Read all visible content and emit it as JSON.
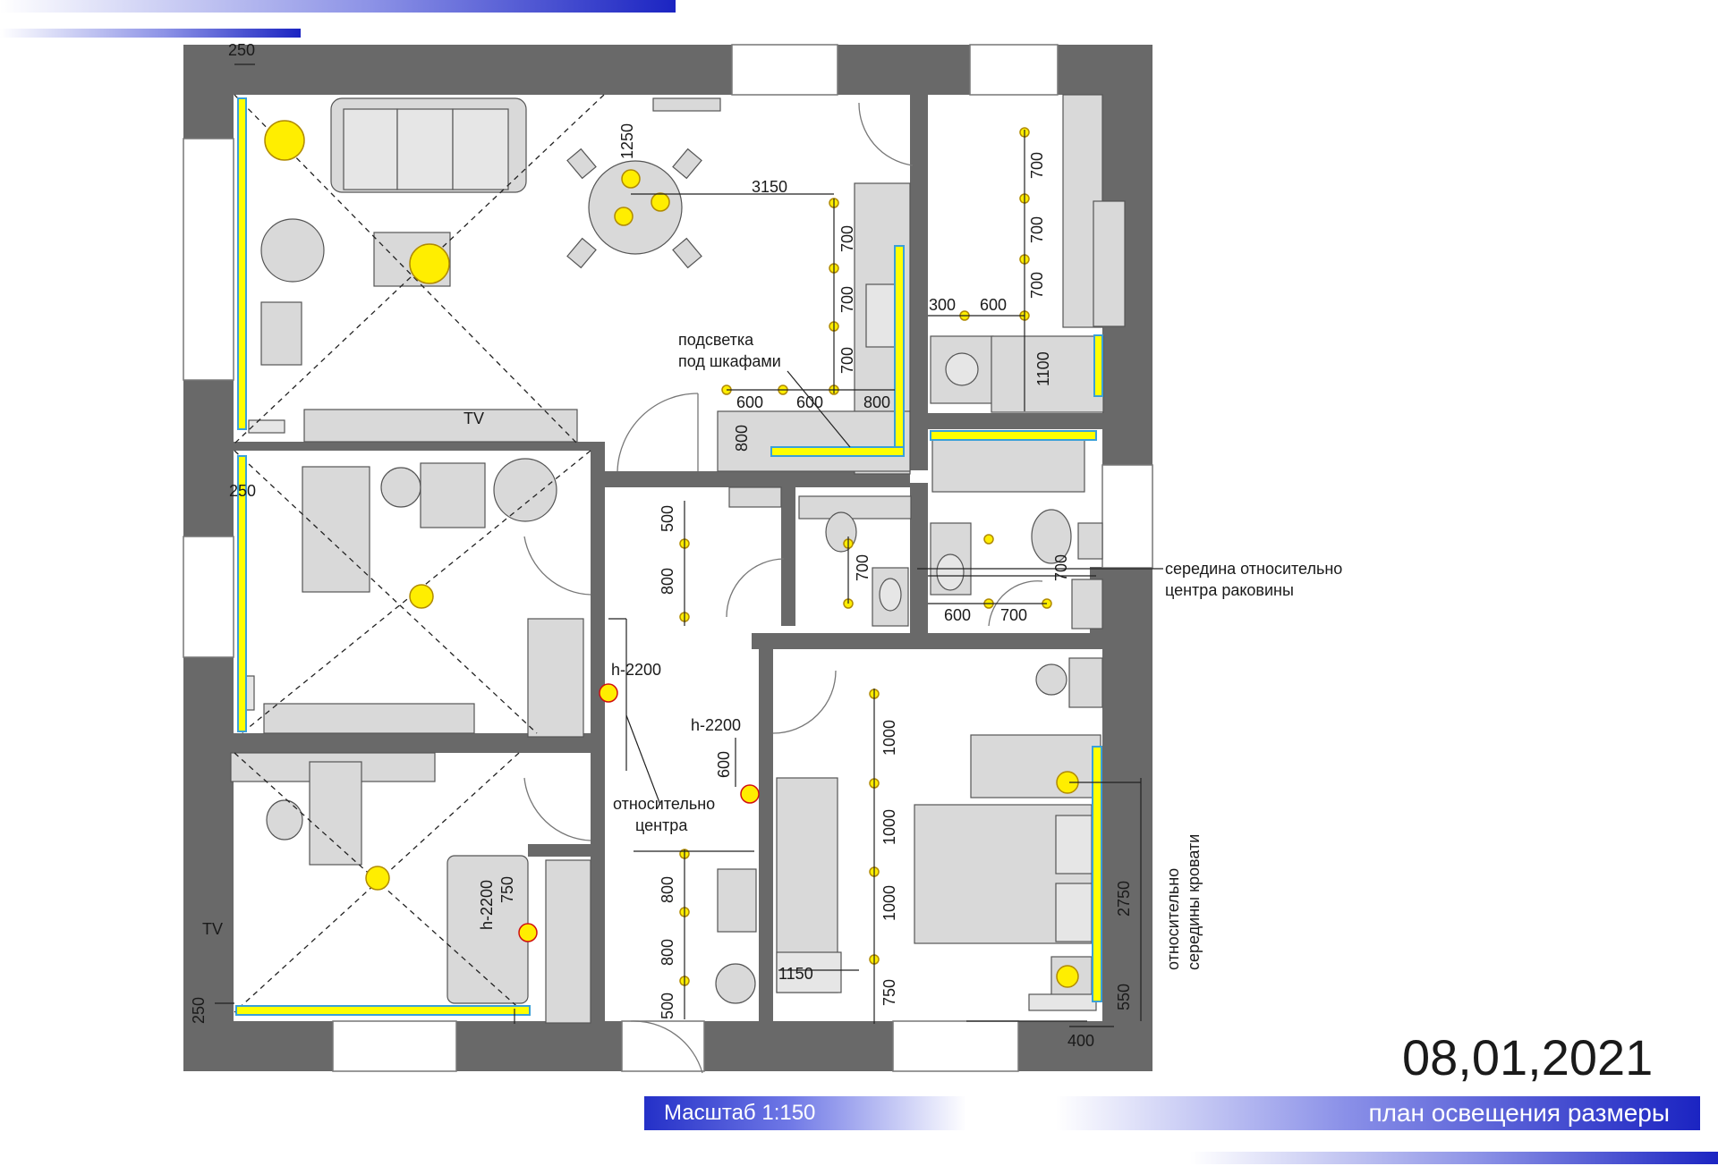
{
  "header": {
    "date": "08,01,2021",
    "scale_label": "Масштаб 1:150",
    "title": "план освещения размеры"
  },
  "colors": {
    "wall": "#696969",
    "furniture": "#d9d9d9",
    "led_strip": "#ffff00",
    "strip_edge": "#3aa0d8",
    "lamp": "#ffee00",
    "accent_bar": "#1b24c2"
  },
  "labels": {
    "tv_living": "TV",
    "tv_kids": "TV",
    "under_cabinet_line1": "подсветка",
    "under_cabinet_line2": "под шкафами",
    "sink_note_line1": "середина относительно",
    "sink_note_line2": "центра раковины",
    "center_note_line1": "относительно",
    "center_note_line2": "центра",
    "bed_note_line1": "относительно",
    "bed_note_line2": "середины кровати",
    "h_corridor": "h-2200",
    "h_bedroom": "h-2200",
    "h_kids": "h-2200"
  },
  "dimensions": {
    "d_250_top": "250",
    "d_1250": "1250",
    "d_3150": "3150",
    "d_700_k1": "700",
    "d_700_k2": "700",
    "d_700_k3": "700",
    "d_600_k1": "600",
    "d_600_k2": "600",
    "d_800_k": "800",
    "d_800_kv": "800",
    "d_700_b1": "700",
    "d_700_b2": "700",
    "d_700_b3": "700",
    "d_300": "300",
    "d_600_b": "600",
    "d_1100": "1100",
    "d_250_mid": "250",
    "d_500_c1": "500",
    "d_800_c1": "800",
    "d_700_wc": "700",
    "d_600_bath": "600",
    "d_700_bath": "700",
    "d_700_bathv": "700",
    "d_600_bed": "600",
    "d_1000_1": "1000",
    "d_1000_2": "1000",
    "d_1000_3": "1000",
    "d_750_bed": "750",
    "d_1150": "1150",
    "d_2750": "2750",
    "d_550": "550",
    "d_400": "400",
    "d_800_c2": "800",
    "d_800_c3": "800",
    "d_500_c2": "500",
    "d_750_kids": "750",
    "d_250_bottom": "250"
  }
}
